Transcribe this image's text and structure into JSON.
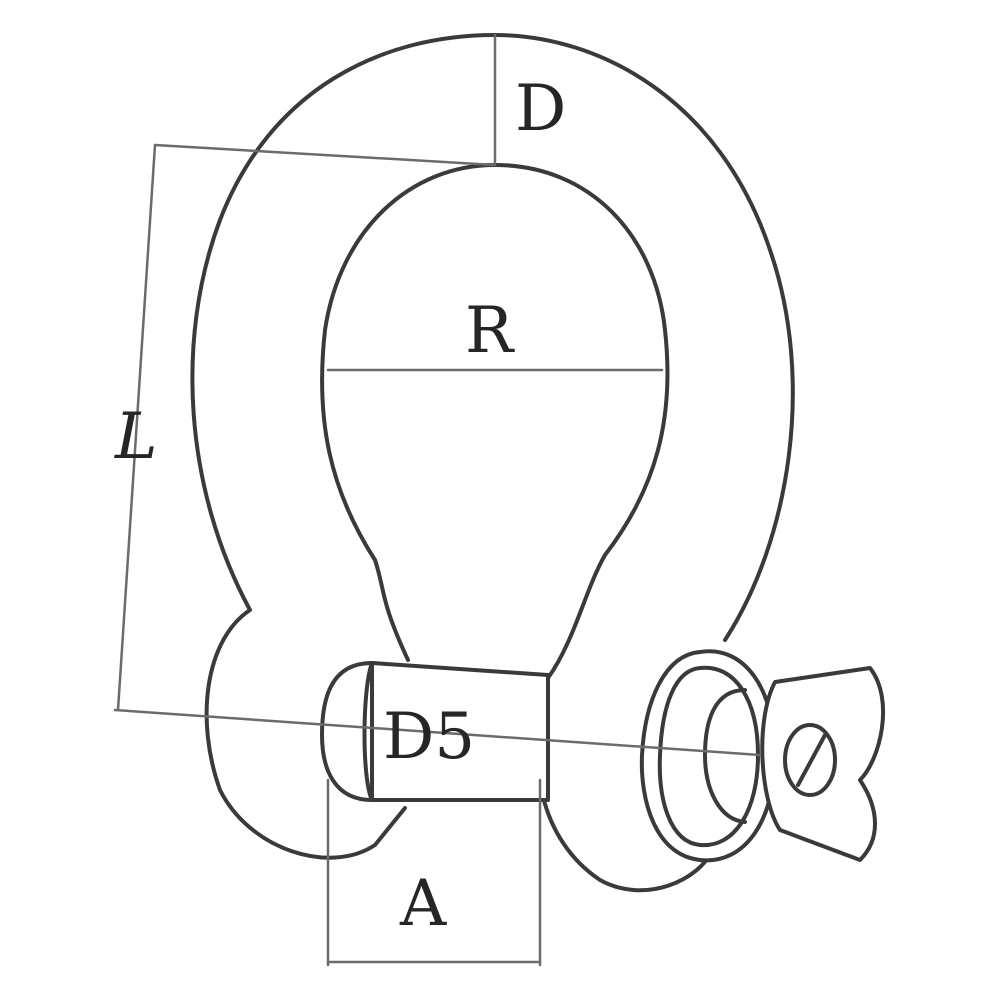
{
  "diagram": {
    "labels": {
      "D": "D",
      "R": "R",
      "L": "L",
      "D5": "D5",
      "A": "A"
    },
    "colors": {
      "outline": "#3a3a3a",
      "dimension": "#6b6b6b",
      "background": "#ffffff"
    }
  }
}
